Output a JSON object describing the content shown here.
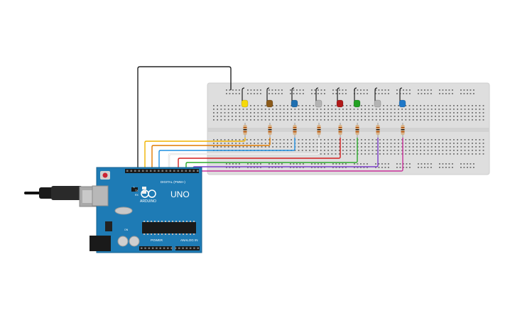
{
  "board": {
    "brand": "ARDUINO",
    "model": "UNO",
    "digital_header_label": "DIGITAL (PWM~)",
    "power_label": "POWER",
    "analog_label": "ANALOG IN",
    "tx_label": "TX",
    "rx_label": "RX",
    "l_label": "L",
    "on_label": "ON"
  },
  "led_colors": [
    "#f5d90a",
    "#8b5a1a",
    "#1f6fb0",
    "#b4b4b4",
    "#b01818",
    "#22a022",
    "#b4b4b4",
    "#1f78c8"
  ],
  "wire_colors": [
    "#f0b400",
    "#e07b00",
    "#1e8fe0",
    "#ffffff",
    "#d21e1e",
    "#2caa2c",
    "#7a3cc8",
    "#c8309a"
  ],
  "wire_colors_named": [
    "yellow",
    "orange",
    "blue",
    "white",
    "red",
    "green",
    "purple",
    "magenta"
  ],
  "ground_wire_color": "#222222"
}
